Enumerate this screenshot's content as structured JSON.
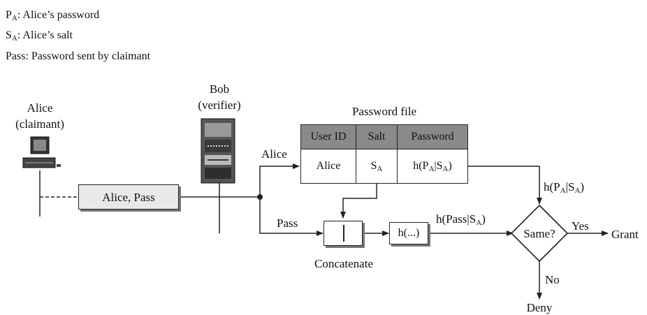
{
  "legend": [
    {
      "sym": "P",
      "sub": "A",
      "text": ": Alice’s password"
    },
    {
      "sym": "S",
      "sub": "A",
      "text": ": Alice’s salt"
    },
    {
      "sym": "Pass",
      "sub": "",
      "text": ": Password sent by claimant"
    }
  ],
  "claimant": {
    "name": "Alice",
    "role": "(claimant)"
  },
  "verifier": {
    "name": "Bob",
    "role": "(verifier)"
  },
  "message": "Alice, Pass",
  "password_file": {
    "title": "Password file",
    "headers": [
      "User ID",
      "Salt",
      "Password"
    ],
    "row": {
      "user": "Alice",
      "salt_sym": "S",
      "salt_sub": "A",
      "pw_pre": "h(P",
      "pw_sub1": "A",
      "pw_mid": "|S",
      "pw_sub2": "A",
      "pw_post": ")"
    }
  },
  "labels": {
    "alice": "Alice",
    "pass": "Pass",
    "concatenate": "Concatenate",
    "hash_box": "h(...)",
    "hash_pass_pre": "h(Pass|S",
    "hash_pass_sub": "A",
    "hash_pass_post": ")",
    "hash_stored_pre": "h(P",
    "hash_stored_sub1": "A",
    "hash_stored_mid": "|S",
    "hash_stored_sub2": "A",
    "hash_stored_post": ")",
    "decision": "Same?",
    "yes": "Yes",
    "no": "No",
    "grant": "Grant",
    "deny": "Deny"
  }
}
